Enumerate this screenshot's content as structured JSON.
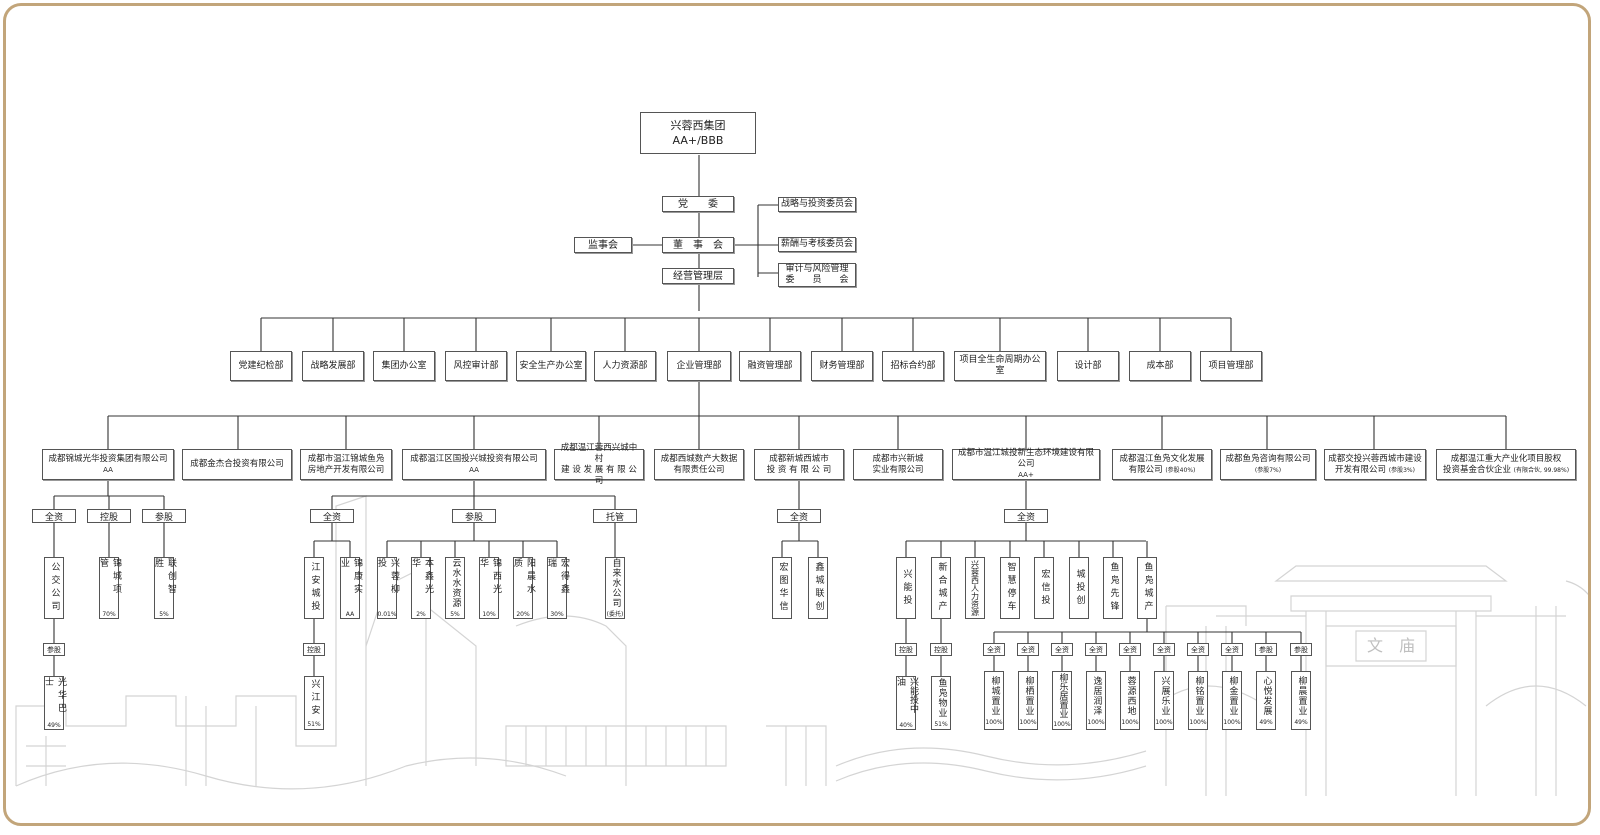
{
  "top": {
    "name": "兴蓉西集团",
    "rating": "AA+/BBB"
  },
  "party": "党　　委",
  "board": "董　事　会",
  "supervisory": "监事会",
  "management": "经营管理层",
  "committees": [
    "战略与投资委员会",
    "薪酬与考核委员会",
    "审计与风险管理",
    "委　　员　　会"
  ],
  "departments": [
    "党建纪检部",
    "战略发展部",
    "集团办公室",
    "风控审计部",
    "安全生产办公室",
    "人力资源部",
    "企业管理部",
    "融资管理部",
    "财务管理部",
    "招标合约部",
    "项目全生命周期办公室",
    "设计部",
    "成本部",
    "项目管理部"
  ],
  "subsidiaries": {
    "c1": {
      "name": "成都锦城光华投资集团有限公司",
      "rating": "AA"
    },
    "c2": {
      "name": "成都金杰合投资有限公司"
    },
    "c3": {
      "l1": "成都市温江锦城鱼凫",
      "l2": "房地产开发有限公司"
    },
    "c4": {
      "name": "成都温江区国投兴城投资有限公司",
      "rating": "AA"
    },
    "c5": {
      "l1": "成都温江蓉西兴城中村",
      "l2": "建 设 发 展 有 限 公 司"
    },
    "c6": {
      "l1": "成都西城数产大数据",
      "l2": "有限责任公司"
    },
    "c7": {
      "l1": "成都新城西城市",
      "l2": "投 资 有 限 公 司"
    },
    "c8": {
      "l1": "成都市兴新城",
      "l2": "实业有限公司"
    },
    "c9": {
      "name": "成都市温江城投新生态环境建设有限公司",
      "rating": "AA+"
    },
    "c10": {
      "l1": "成都温江鱼凫文化发展",
      "l2": "有限公司",
      "note": "(参股40%)"
    },
    "c11": {
      "name": "成都鱼凫咨询有限公司",
      "note": "(参股7%)"
    },
    "c12": {
      "l1": "成都交投兴蓉西城市建设",
      "l2": "开发有限公司",
      "note": "(参股3%)"
    },
    "c13": {
      "l1": "成都温江重大产业化项目股权",
      "l2": "投资基金合伙企业",
      "note": "(有限合伙, 99.98%)"
    }
  },
  "tags": {
    "full": "全资",
    "control": "控股",
    "equity": "参股",
    "trust": "托管"
  },
  "g1": {
    "items": [
      {
        "name": "公交公司",
        "pct": ""
      },
      {
        "name": "锦城项管",
        "pct": "70%"
      },
      {
        "name": "联创智胜",
        "pct": "5%"
      }
    ],
    "third_tag": "参股",
    "third": {
      "name": "光华巴士",
      "pct": "49%"
    }
  },
  "g2": {
    "full": [
      {
        "name": "江安城投",
        "pct": ""
      },
      {
        "name": "锦康实业",
        "pct": "AA"
      }
    ],
    "equity": [
      {
        "name": "兴蓉柳投",
        "pct": "0.01%"
      },
      {
        "name": "本鑫光华",
        "pct": "2%"
      },
      {
        "name": "云水水资源",
        "pct": "5%"
      },
      {
        "name": "锦西光华",
        "pct": "10%"
      },
      {
        "name": "阳晨水质",
        "pct": "20%"
      },
      {
        "name": "宏得鑫瑞",
        "pct": "30%"
      }
    ],
    "trust": {
      "name": "自来水公司",
      "pct": "(委托)"
    },
    "third_tag": "控股",
    "third": {
      "name": "兴江安",
      "pct": "51%"
    }
  },
  "g3": {
    "items": [
      {
        "name": "宏图华信",
        "pct": ""
      },
      {
        "name": "鑫城联创",
        "pct": ""
      }
    ]
  },
  "g4": {
    "items": [
      {
        "name": "兴能投",
        "pct": ""
      },
      {
        "name": "新合城产",
        "pct": ""
      },
      {
        "name": "兴蓉西人力资源",
        "pct": ""
      },
      {
        "name": "智慧停车",
        "pct": ""
      },
      {
        "name": "宏信投",
        "pct": ""
      },
      {
        "name": "城投创",
        "pct": ""
      },
      {
        "name": "鱼凫先锋",
        "pct": ""
      },
      {
        "name": "鱼凫城产",
        "pct": ""
      }
    ],
    "sub1": {
      "tag": "控股",
      "name": "兴能投中油",
      "pct": "40%"
    },
    "sub2": {
      "tag": "控股",
      "name": "鱼凫物业",
      "pct": "51%"
    },
    "sub3": [
      {
        "tag": "全资",
        "name": "柳城置业",
        "pct": "100%"
      },
      {
        "tag": "全资",
        "name": "柳栖置业",
        "pct": "100%"
      },
      {
        "tag": "全资",
        "name": "柳乐居置业",
        "pct": "100%"
      },
      {
        "tag": "全资",
        "name": "逸居润泽",
        "pct": "100%"
      },
      {
        "tag": "全资",
        "name": "蓉源西地",
        "pct": "100%"
      },
      {
        "tag": "全资",
        "name": "兴展乐业",
        "pct": "100%"
      },
      {
        "tag": "全资",
        "name": "柳铭置业",
        "pct": "100%"
      },
      {
        "tag": "全资",
        "name": "柳金置业",
        "pct": "100%"
      },
      {
        "tag": "参股",
        "name": "心悦发展",
        "pct": "49%"
      },
      {
        "tag": "参股",
        "name": "柳晨置业",
        "pct": "49%"
      }
    ]
  },
  "gate_sign": "文　庙"
}
